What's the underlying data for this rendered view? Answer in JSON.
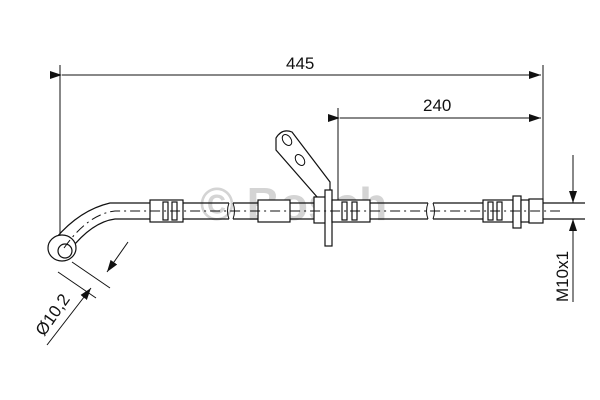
{
  "drawing": {
    "watermark": "© Bosch",
    "dimensions": {
      "overall_length": "445",
      "partial_length": "240",
      "eye_diameter": "Ø10,2",
      "thread": "M10x1"
    },
    "line_color": "#111111",
    "watermark_color": "#d4d4d4"
  }
}
